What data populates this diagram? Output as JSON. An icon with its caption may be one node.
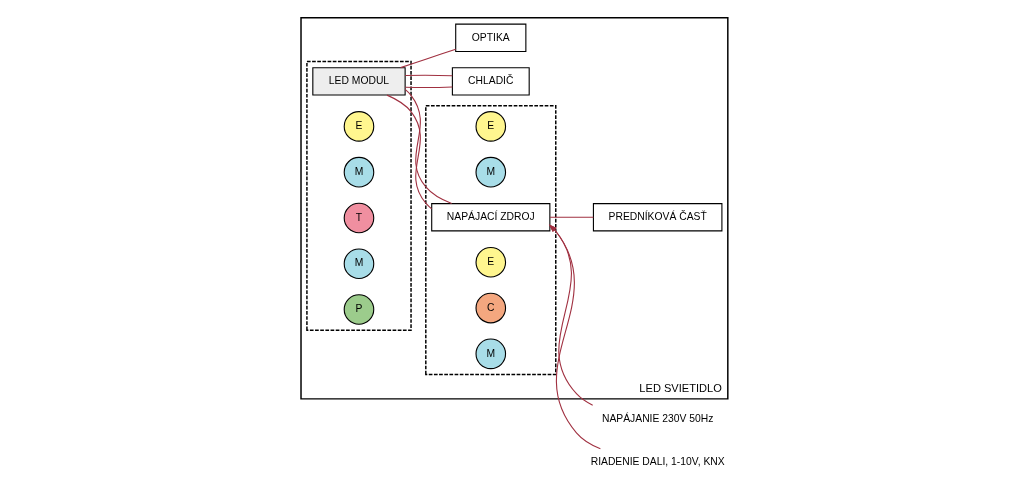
{
  "diagram": {
    "nodes": [
      {
        "text": [
          "LED SVIETIDLO"
        ]
      },
      {
        "text": [],
        "shape": "box",
        "in": 0
      },
      {
        "text": [
          "LED MODUL"
        ],
        "in": 1
      },
      {
        "text": [
          "E"
        ],
        "in": 1
      },
      {
        "text": [
          "M"
        ],
        "in": 1
      },
      {
        "text": [
          "T"
        ],
        "in": 1
      },
      {
        "text": [
          "M"
        ],
        "in": 1
      },
      {
        "text": [
          "P"
        ],
        "in": 1
      },
      {
        "text": [],
        "shape": "box",
        "in": 0
      },
      {
        "text": [
          "E"
        ],
        "in": 8
      },
      {
        "text": [
          "M"
        ],
        "in": 8
      },
      {
        "text": [
          "NAPÁJACÍ ZDROJ"
        ],
        "in": 8
      },
      {
        "text": [
          "E"
        ],
        "in": 8
      },
      {
        "text": [
          "C"
        ],
        "in": 8
      },
      {
        "text": [
          "M"
        ],
        "in": 8
      },
      {
        "text": [
          "CHLADIČ"
        ],
        "in": 0
      },
      {
        "text": [
          "OPTIKA"
        ],
        "in": 0
      },
      {
        "text": [
          "PREDNÍKOVÁ ČASŤ"
        ],
        "in": 0
      },
      {
        "text": [
          "NAPÁJANIE 230V 50Hz"
        ]
      },
      {
        "text": [
          "RIADENIE DALI, 1-10V, KNX"
        ]
      }
    ],
    "edges": [
      {
        "from": 2,
        "to": 11,
        "arrow": "none"
      },
      {
        "from": 2,
        "to": 11,
        "arrow": "none"
      },
      {
        "from": 18,
        "to": 11,
        "arrow": "to"
      },
      {
        "from": 19,
        "to": 11,
        "arrow": "to"
      },
      {
        "from": 2,
        "to": 15,
        "arrow": "none"
      },
      {
        "from": 2,
        "to": 15,
        "arrow": "none"
      },
      {
        "from": 2,
        "to": 16,
        "arrow": "none"
      },
      {
        "from": 11,
        "to": 17,
        "arrow": "none"
      }
    ]
  }
}
